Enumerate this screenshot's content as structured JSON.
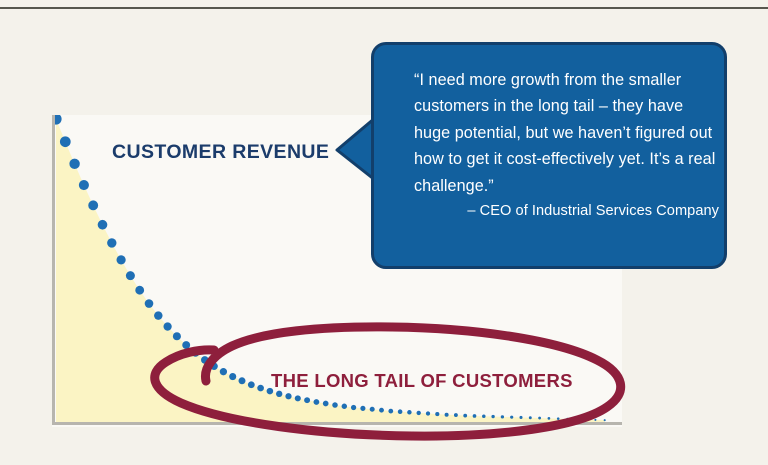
{
  "slide": {
    "background_color": "#F4F2EB",
    "plot_background_color": "#FAF9F5",
    "top_rule_color": "#57574E"
  },
  "chart_title": "CUSTOMER REVENUE",
  "tail_label": "THE LONG TAIL OF CUSTOMERS",
  "quote": {
    "text": "“I need more growth from the smaller customers in the long tail – they have huge potential, but we haven’t figured out how to get it cost-effectively yet.  It’s a real challenge.”",
    "attribution": "– CEO of Industrial Services Company",
    "bubble_color": "#12609E",
    "bubble_border_color": "#123F6B",
    "text_color": "#FFFFFF"
  },
  "annotation": {
    "circle_color": "#8E1F3C",
    "circle_label_color": "#8E1F3C",
    "title_color": "#1B3C6B"
  },
  "chart_data": {
    "type": "scatter",
    "title": "CUSTOMER REVENUE",
    "xlabel": "",
    "ylabel": "Customer Revenue",
    "grid": false,
    "legend": false,
    "series_color": "#1F6FB5",
    "area_fill_color": "#FBF4C4",
    "axis_color": "#B7B5AE",
    "annotations": [
      "THE LONG TAIL OF CUSTOMERS"
    ],
    "description": "Long-tail (power-law) distribution of revenue by customer, plotted as a dotted descending curve with pale-yellow area fill under the curve.",
    "xlim": [
      0,
      60
    ],
    "ylim": [
      0,
      100
    ],
    "x": [
      0,
      1,
      2,
      3,
      4,
      5,
      6,
      7,
      8,
      9,
      10,
      11,
      12,
      13,
      14,
      15,
      16,
      17,
      18,
      19,
      20,
      21,
      22,
      23,
      24,
      25,
      26,
      27,
      28,
      29,
      30,
      31,
      32,
      33,
      34,
      35,
      36,
      37,
      38,
      39,
      40,
      41,
      42,
      43,
      44,
      45,
      46,
      47,
      48,
      49,
      50,
      51,
      52,
      53,
      54,
      55,
      56,
      57,
      58,
      59
    ],
    "y": [
      100,
      92.5,
      85.2,
      78.2,
      71.5,
      65.1,
      59.1,
      53.5,
      48.3,
      43.5,
      39.1,
      35.1,
      31.5,
      28.3,
      25.4,
      22.8,
      20.5,
      18.4,
      16.6,
      15.0,
      13.6,
      12.3,
      11.2,
      10.2,
      9.3,
      8.5,
      7.8,
      7.2,
      6.6,
      6.1,
      5.6,
      5.2,
      4.8,
      4.5,
      4.2,
      3.9,
      3.6,
      3.4,
      3.2,
      3.0,
      2.8,
      2.6,
      2.4,
      2.3,
      2.1,
      2.0,
      1.9,
      1.8,
      1.7,
      1.6,
      1.5,
      1.4,
      1.3,
      1.2,
      1.1,
      1.0,
      0.9,
      0.8,
      0.7,
      0.6
    ]
  }
}
